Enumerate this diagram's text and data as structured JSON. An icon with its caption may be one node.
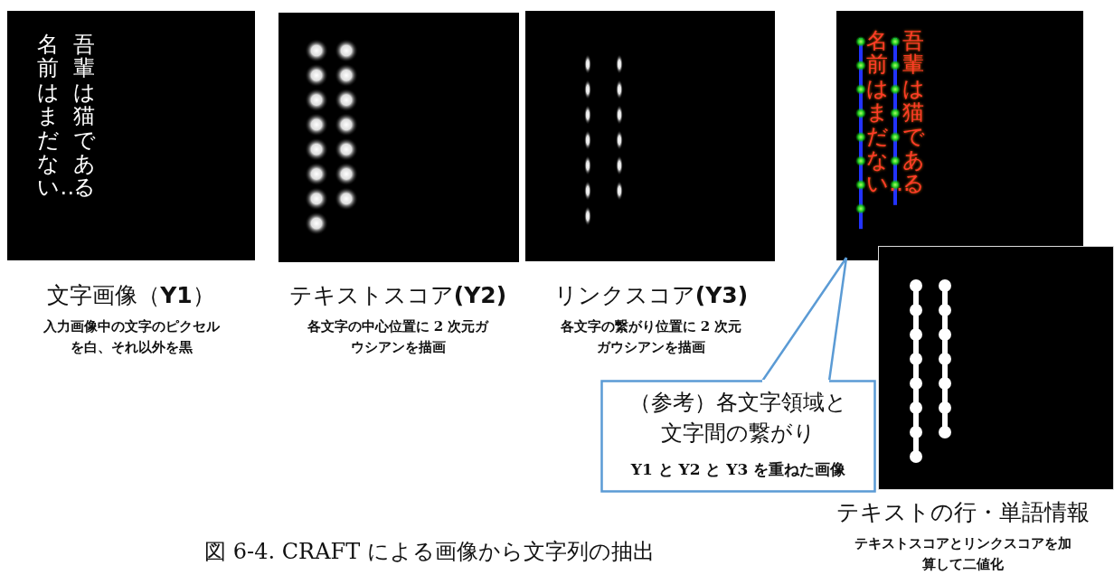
{
  "diagram": {
    "caption": "図 6-4. CRAFT による画像から文字列の抽出",
    "nodes": [
      {
        "text": [
          "吾輩は猫である",
          "名前はまだない…"
        ],
        "beside": [
          "文字画像（**Y1**）",
          "入力画像中の文字のピクセルを白、それ以外を黒"
        ]
      },
      {
        "text": [],
        "shape": "picture",
        "beside": [
          "テキストスコア**(Y2)**",
          "各文字の中心位置に 2 次元ガウシアンを描画"
        ]
      },
      {
        "text": [],
        "shape": "picture",
        "beside": [
          "リンクスコア**(Y3)**",
          "各文字の繋がり位置に 2 次元ガウシアンを描画"
        ]
      },
      {
        "text": [
          "吾輩は猫である",
          "名前はまだない…"
        ]
      },
      {
        "text": [],
        "shape": "picture",
        "beside": [
          "テキストの行・単語情報",
          "テキストスコアとリンクスコアを加算して二値化"
        ]
      },
      {
        "text": [
          "（参考）各文字領域と文字間の繋がり",
          "Y1 と Y2 と Y3 を重ねた画像"
        ]
      }
    ],
    "edges": [
      {
        "from": 5,
        "to": 3,
        "arrow": "none",
        "color": "#5b9bd5"
      }
    ]
  }
}
